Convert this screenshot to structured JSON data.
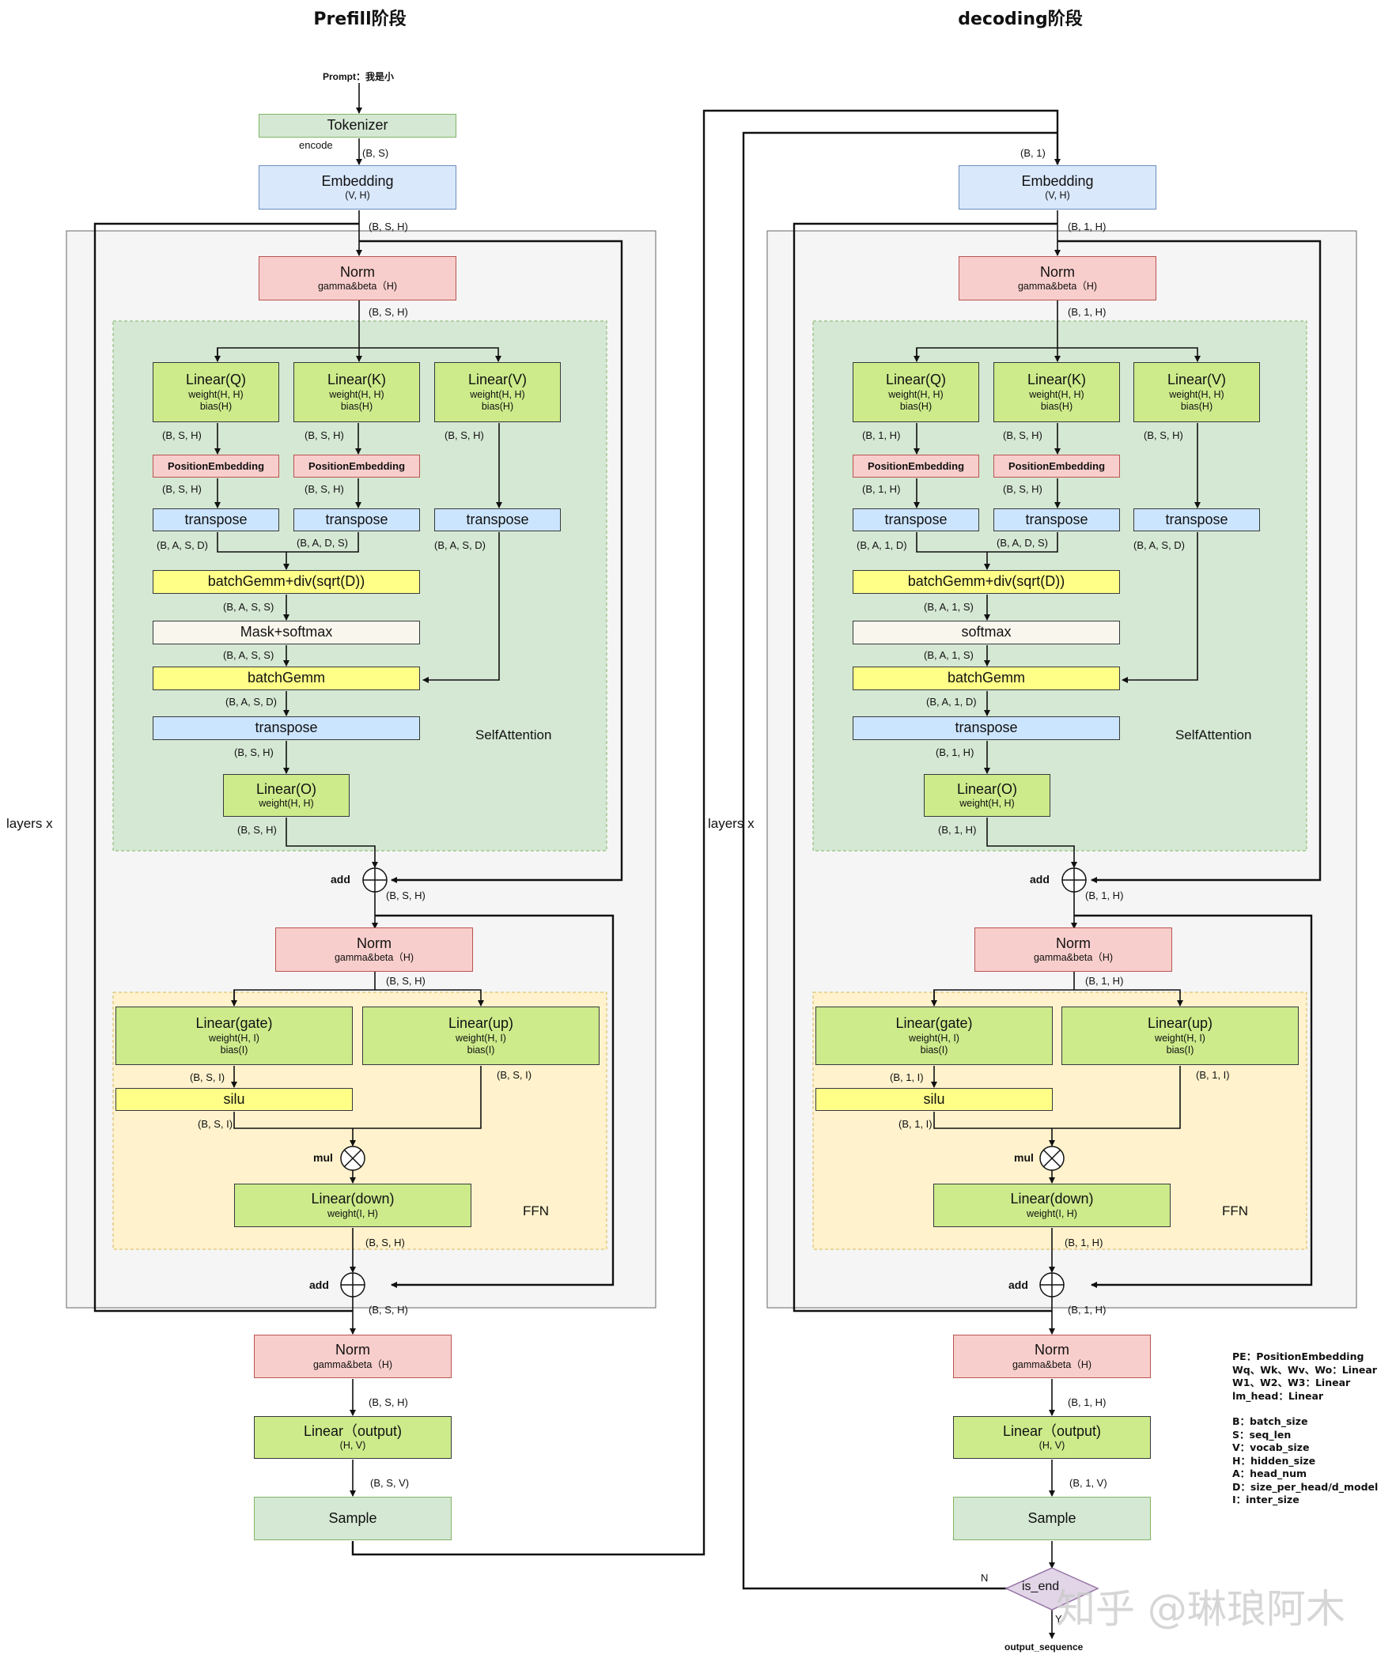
{
  "titles": {
    "prefill": "Prefill阶段",
    "decoding": "decoding阶段"
  },
  "prefill": {
    "prompt": "Prompt：我是小",
    "tokenizer": "Tokenizer",
    "encode": "encode",
    "embedding": {
      "label": "Embedding",
      "sub": "(V, H)"
    },
    "layers": "layers x",
    "norm1": {
      "label": "Norm",
      "sub": "gamma&beta（H)"
    },
    "norm2": {
      "label": "Norm",
      "sub": "gamma&beta（H)"
    },
    "norm3": {
      "label": "Norm",
      "sub": "gamma&beta（H)"
    },
    "lq": {
      "label": "Linear(Q)",
      "w": "weight(H, H)",
      "b": "bias(H)"
    },
    "lk": {
      "label": "Linear(K)",
      "w": "weight(H, H)",
      "b": "bias(H)"
    },
    "lv": {
      "label": "Linear(V)",
      "w": "weight(H, H)",
      "b": "bias(H)"
    },
    "pe": "PositionEmbedding",
    "transpose": "transpose",
    "bgdiv": "batchGemm+div(sqrt(D))",
    "softmax": "Mask+softmax",
    "bg": "batchGemm",
    "lo": {
      "label": "Linear(O)",
      "w": "weight(H, H)"
    },
    "selfattn": "SelfAttention",
    "add": "add",
    "lgate": {
      "label": "Linear(gate)",
      "w": "weight(H, I)",
      "b": "bias(I)"
    },
    "lup": {
      "label": "Linear(up)",
      "w": "weight(H, I)",
      "b": "bias(I)"
    },
    "silu": "silu",
    "mul": "mul",
    "ldown": {
      "label": "Linear(down)",
      "w": "weight(I, H)"
    },
    "ffn": "FFN",
    "lout": {
      "label": "Linear（output)",
      "w": "(H, V)"
    },
    "sample": "Sample",
    "dims": {
      "d0": "(B, S)",
      "d1": "(B, S, H)",
      "d2": "(B, S, H)",
      "q1": "(B, S, H)",
      "k1": "(B, S, H)",
      "v1": "(B, S, H)",
      "q2": "(B, S, H)",
      "k2": "(B, S, H)",
      "q3": "(B, A, S, D)",
      "k3": "(B, A, D, S)",
      "v3": "(B, A, S, D)",
      "c1": "(B, A, S, S)",
      "c2": "(B, A, S, S)",
      "c3": "(B, A, S, D)",
      "c4": "(B, S, H)",
      "c5": "(B, S, H)",
      "a1": "(B, S, H)",
      "n2": "(B, S, H)",
      "g1": "(B, S, I)",
      "u1": "(B, S, I)",
      "g2": "(B, S, I)",
      "f1": "(B, S, H)",
      "a2": "(B, S, H)",
      "n3": "(B, S, H)",
      "o1": "(B, S, V)"
    }
  },
  "decoding": {
    "embedding": {
      "label": "Embedding",
      "sub": "(V, H)"
    },
    "layers": "layers x",
    "norm1": {
      "label": "Norm",
      "sub": "gamma&beta（H)"
    },
    "norm2": {
      "label": "Norm",
      "sub": "gamma&beta（H)"
    },
    "norm3": {
      "label": "Norm",
      "sub": "gamma&beta（H)"
    },
    "lq": {
      "label": "Linear(Q)",
      "w": "weight(H, H)",
      "b": "bias(H)"
    },
    "lk": {
      "label": "Linear(K)",
      "w": "weight(H, H)",
      "b": "bias(H)"
    },
    "lv": {
      "label": "Linear(V)",
      "w": "weight(H, H)",
      "b": "bias(H)"
    },
    "pe": "PositionEmbedding",
    "transpose": "transpose",
    "bgdiv": "batchGemm+div(sqrt(D))",
    "softmax": "softmax",
    "bg": "batchGemm",
    "lo": {
      "label": "Linear(O)",
      "w": "weight(H, H)"
    },
    "selfattn": "SelfAttention",
    "add": "add",
    "lgate": {
      "label": "Linear(gate)",
      "w": "weight(H, I)",
      "b": "bias(I)"
    },
    "lup": {
      "label": "Linear(up)",
      "w": "weight(H, I)",
      "b": "bias(I)"
    },
    "silu": "silu",
    "mul": "mul",
    "ldown": {
      "label": "Linear(down)",
      "w": "weight(I, H)"
    },
    "ffn": "FFN",
    "lout": {
      "label": "Linear（output)",
      "w": "(H, V)"
    },
    "sample": "Sample",
    "is_end": "is_end",
    "no": "N",
    "yes": "Y",
    "output": "output_sequence",
    "dims": {
      "d0": "(B, 1)",
      "d1": "(B, 1, H)",
      "d2": "(B, 1, H)",
      "q1": "(B, 1, H)",
      "k1": "(B, S, H)",
      "v1": "(B, S, H)",
      "q2": "(B, 1, H)",
      "k2": "(B, S, H)",
      "q3": "(B, A, 1, D)",
      "k3": "(B, A, D, S)",
      "v3": "(B, A, S, D)",
      "c1": "(B, A, 1, S)",
      "c2": "(B, A, 1, S)",
      "c3": "(B, A, 1, D)",
      "c4": "(B, 1, H)",
      "c5": "(B, 1, H)",
      "a1": "(B, 1, H)",
      "n2": "(B, 1, H)",
      "g1": "(B, 1, I)",
      "u1": "(B, 1, I)",
      "g2": "(B, 1, I)",
      "f1": "(B, 1, H)",
      "a2": "(B, 1, H)",
      "n3": "(B, 1, H)",
      "o1": "(B, 1, V)"
    }
  },
  "legend": {
    "l0": "PE：PositionEmbedding",
    "l1": "Wq、Wk、Wv、Wo：Linear",
    "l2": "W1、W2、W3：Linear",
    "l3": "lm_head：Linear",
    "l4": "B：batch_size",
    "l5": "S：seq_len",
    "l6": "V：vocab_size",
    "l7": "H：hidden_size",
    "l8": "A：head_num",
    "l9": "D：size_per_head/d_model",
    "l10": "I：inter_size"
  },
  "watermark": "知乎 @琳琅阿木"
}
